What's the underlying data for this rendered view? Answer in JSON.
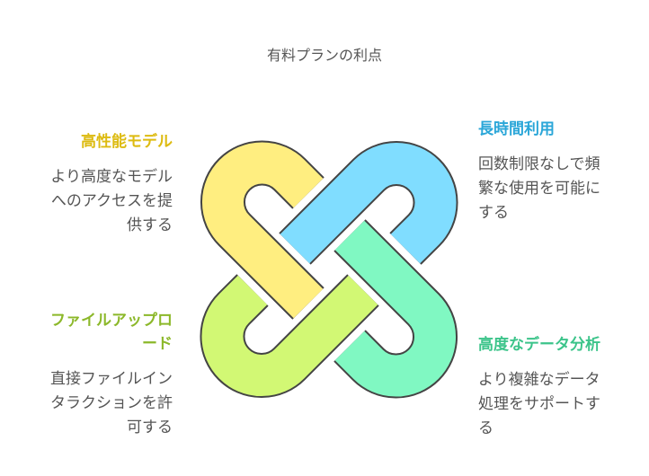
{
  "title": "有料プランの利点",
  "colors": {
    "yellow": "#FFEE80",
    "blue": "#80DDFF",
    "green": "#80F8C2",
    "lime": "#D2F874",
    "outline": "#444444",
    "yellow_text": "#DDBB11",
    "blue_text": "#2AA6D8",
    "green_text": "#3CC48A",
    "lime_text": "#8CB82A"
  },
  "items": [
    {
      "heading": "高性能モデル",
      "body": "より高度なモデル\nへのアクセスを提\n供する"
    },
    {
      "heading": "長時間利用",
      "body": "回数制限なしで頻\n繁な使用を可能に\nする"
    },
    {
      "heading": "ファイルアップロ\nード",
      "body": "直接ファイルイン\nタラクションを許\n可する"
    },
    {
      "heading": "高度なデータ分析",
      "body": "より複雑なデータ\n処理をサポートす\nる"
    }
  ]
}
